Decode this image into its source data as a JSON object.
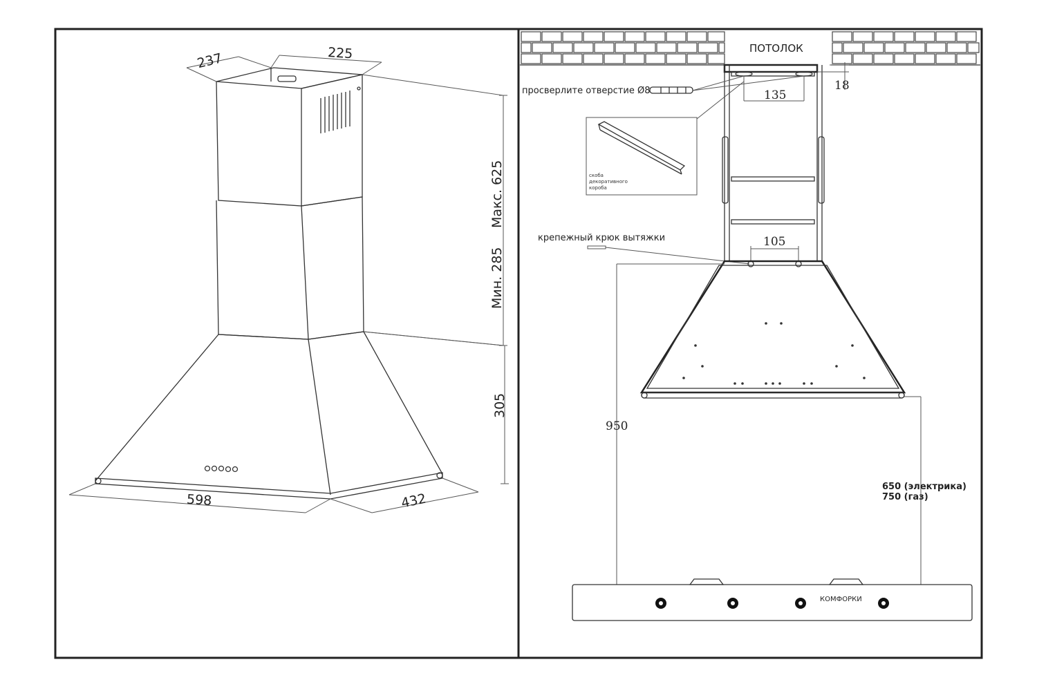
{
  "left_view": {
    "dim_chimney_depth": "237",
    "dim_chimney_width": "225",
    "dim_height_max": "Макс. 625",
    "dim_height_min": "Мин. 285",
    "dim_hood_height": "305",
    "dim_hood_width": "598",
    "dim_hood_depth": "432"
  },
  "right_view": {
    "ceiling_label": "ПОТОЛОК",
    "drill_label": "просверлите отверстие Ø8",
    "dim_bracket_holes": "135",
    "dim_offset": "18",
    "bracket_caption_line1": "скоба",
    "bracket_caption_line2": "декоративного",
    "bracket_caption_line3": "короба",
    "hook_label": "крепежный крюк вытяжки",
    "dim_hook_spacing": "105",
    "dim_ceiling_to_stove": "950",
    "dim_electric": "650 (электрика)",
    "dim_gas": "750 (газ)",
    "stove_label": "КОМФОРКИ"
  }
}
